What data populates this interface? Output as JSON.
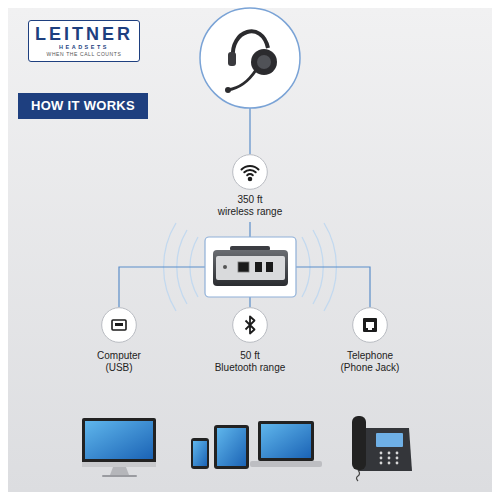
{
  "diagram": {
    "title": "HOW IT WORKS",
    "nodes": [
      {
        "text": [
          "LEITNER",
          "HEADSETS",
          "WHEN THE CALL COUNTS"
        ]
      },
      {
        "text": [
          "350 ft",
          "wireless range"
        ]
      },
      {
        "text": [
          "Computer",
          "(USB)"
        ]
      },
      {
        "text": [
          "50 ft",
          "Bluetooth range"
        ]
      },
      {
        "text": [
          "Telephone",
          "(Phone Jack)"
        ]
      }
    ]
  }
}
